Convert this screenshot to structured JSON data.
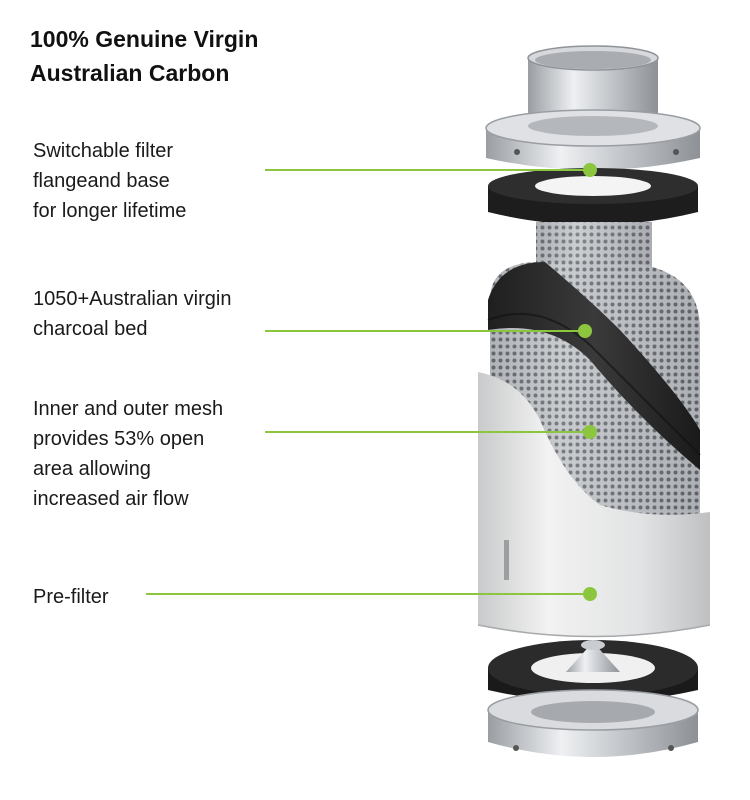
{
  "title": {
    "line1": "100% Genuine Virgin",
    "line2": "Australian Carbon"
  },
  "labels": [
    {
      "lines": [
        "Switchable filter",
        "flangeand base",
        "for longer lifetime"
      ]
    },
    {
      "lines": [
        "1050+Australian virgin",
        "charcoal bed"
      ]
    },
    {
      "lines": [
        "Inner and outer mesh",
        "provides 53% open",
        "area allowing",
        "increased air flow"
      ]
    },
    {
      "lines": [
        "Pre-filter"
      ]
    }
  ],
  "colors": {
    "accent": "#8cc63f",
    "text": "#111111",
    "foam": "#2b2b2b",
    "metal": "#c9ccd0",
    "housing": "#e3e4e5"
  }
}
